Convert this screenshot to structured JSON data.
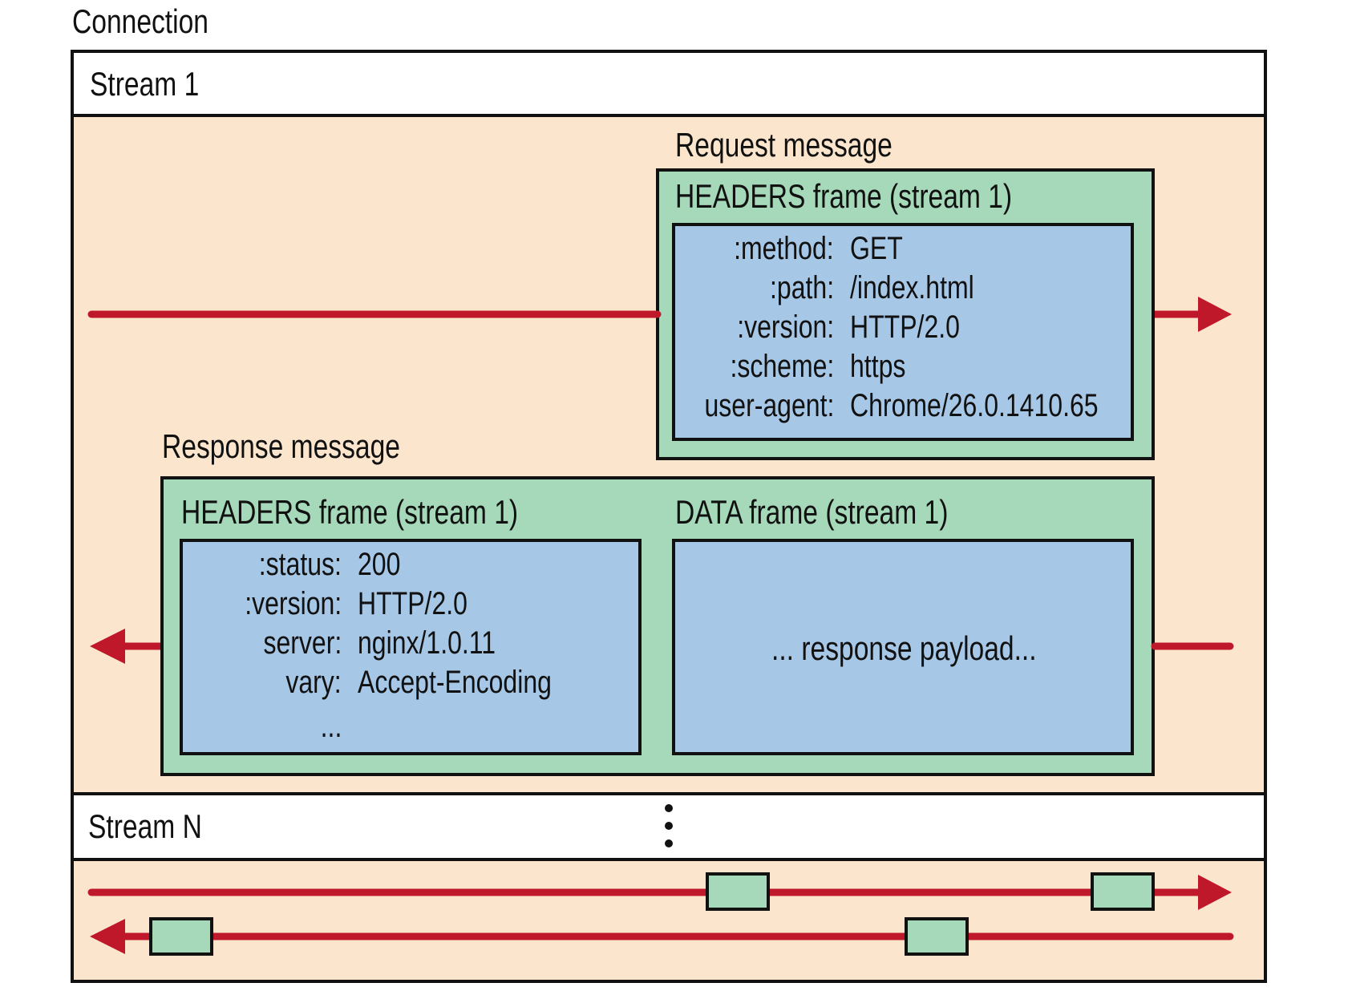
{
  "connection_label": "Connection",
  "stream1_label": "Stream 1",
  "streamN_label": "Stream N",
  "request": {
    "title": "Request message",
    "frame_title": "HEADERS frame (stream 1)",
    "headers": [
      {
        "key": ":method:",
        "value": "GET"
      },
      {
        "key": ":path:",
        "value": "/index.html"
      },
      {
        "key": ":version:",
        "value": "HTTP/2.0"
      },
      {
        "key": ":scheme:",
        "value": "https"
      },
      {
        "key": "user-agent:",
        "value": "Chrome/26.0.1410.65"
      }
    ]
  },
  "response": {
    "title": "Response message",
    "headers_frame_title": "HEADERS frame (stream 1)",
    "headers": [
      {
        "key": ":status:",
        "value": "200"
      },
      {
        "key": ":version:",
        "value": "HTTP/2.0"
      },
      {
        "key": "server:",
        "value": "nginx/1.0.11"
      },
      {
        "key": "vary:",
        "value": "Accept-Encoding"
      }
    ],
    "headers_ellipsis": "...",
    "data_frame_title": "DATA frame (stream 1)",
    "payload": "... response payload..."
  },
  "colors": {
    "arrow": "#c0182b",
    "stream_bg": "#fbe5cd",
    "frame_green": "#a5d9b9",
    "frame_blue": "#a6c7e6",
    "outline": "#111111"
  }
}
